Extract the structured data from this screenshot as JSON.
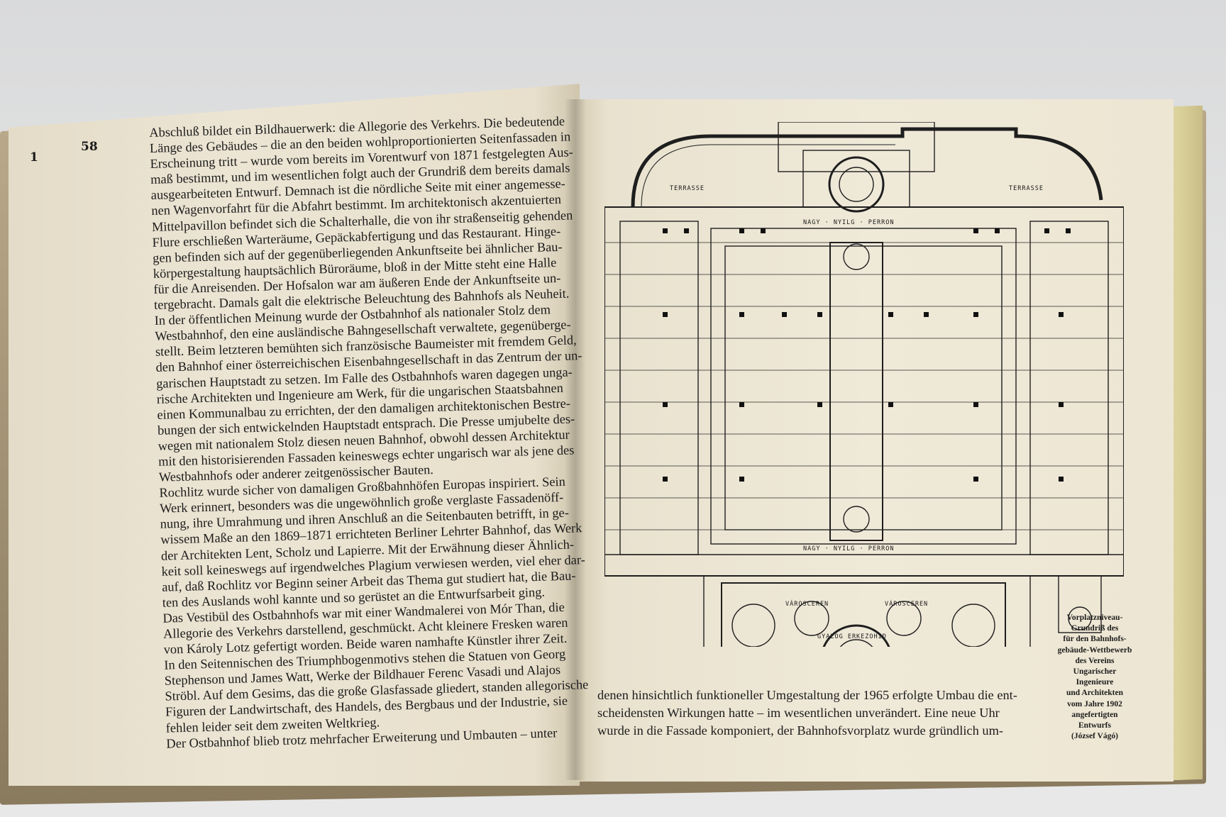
{
  "left_page": {
    "margin_number": "1",
    "page_number": "58",
    "lines": [
      "Abschluß bildet ein Bildhauerwerk: die Allegorie des Verkehrs. Die bedeutende",
      "Länge des Gebäudes – die an den beiden wohlproportionierten Seitenfassaden in",
      "Erscheinung tritt – wurde vom bereits im Vorentwurf von 1871 festgelegten Aus-",
      "maß bestimmt, und im wesentlichen folgt auch der Grundriß dem bereits damals",
      "ausgearbeiteten Entwurf. Demnach ist die nördliche Seite mit einer angemesse-",
      "nen Wagenvorfahrt für die Abfahrt bestimmt. Im architektonisch akzentuierten",
      "Mittelpavillon befindet sich die Schalterhalle, die von ihr straßenseitig gehenden",
      "Flure erschließen Warteräume, Gepäckabfertigung und das Restaurant. Hinge-",
      "gen befinden sich auf der gegenüberliegenden Ankunftseite bei ähnlicher Bau-",
      "körpergestaltung hauptsächlich Büroräume, bloß in der Mitte steht eine Halle",
      "für die Anreisenden. Der Hofsalon war am äußeren Ende der Ankunftseite un-",
      "tergebracht. Damals galt die elektrische Beleuchtung des Bahnhofs als Neuheit.",
      "In der öffentlichen Meinung wurde der Ostbahnhof als nationaler Stolz dem",
      "Westbahnhof, den eine ausländische Bahngesellschaft verwaltete, gegenüberge-",
      "stellt. Beim letzteren bemühten sich französische Baumeister mit fremdem Geld,",
      "den Bahnhof einer österreichischen Eisenbahngesellschaft in das Zentrum der un-",
      "garischen Hauptstadt zu setzen. Im Falle des Ostbahnhofs waren dagegen unga-",
      "rische Architekten und Ingenieure am Werk, für die ungarischen Staatsbahnen",
      "einen Kommunalbau zu errichten, der den damaligen architektonischen Bestre-",
      "bungen der sich entwickelnden Hauptstadt entsprach. Die Presse umjubelte des-",
      "wegen mit nationalem Stolz diesen neuen Bahnhof, obwohl dessen Architektur",
      "mit den historisierenden Fassaden keineswegs echter ungarisch war als jene des",
      "Westbahnhofs oder anderer zeitgenössischer Bauten.",
      "Rochlitz wurde sicher von damaligen Großbahnhöfen Europas inspiriert. Sein",
      "Werk erinnert, besonders was die ungewöhnlich große verglaste Fassadenöff-",
      "nung, ihre Umrahmung und ihren Anschluß an die Seitenbauten betrifft, in ge-",
      "wissem Maße an den 1869–1871 errichteten Berliner Lehrter Bahnhof, das Werk",
      "der Architekten Lent, Scholz und Lapierre. Mit der Erwähnung dieser Ähnlich-",
      "keit soll keineswegs auf irgendwelches Plagium verwiesen werden, viel eher dar-",
      "auf, daß Rochlitz vor Beginn seiner Arbeit das Thema gut studiert hat, die Bau-",
      "ten des Auslands wohl kannte und so gerüstet an die Entwurfsarbeit ging.",
      "Das Vestibül des Ostbahnhofs war mit einer Wandmalerei von Mór Than, die",
      "Allegorie des Verkehrs darstellend, geschmückt. Acht kleinere Fresken waren",
      "von Károly Lotz gefertigt worden. Beide waren namhafte Künstler ihrer Zeit.",
      "In den Seitennischen des Triumphbogenmotivs stehen die Statuen von Georg",
      "Stephenson und James Watt, Werke der Bildhauer Ferenc Vasadi und Alajos",
      "Ströbl. Auf dem Gesims, das die große Glasfassade gliedert, standen allegorische",
      "Figuren der Landwirtschaft, des Handels, des Bergbaus und der Industrie, sie",
      "fehlen leider seit dem zweiten Weltkrieg.",
      "Der Ostbahnhof blieb trotz mehrfacher Erweiterung und Umbauten – unter"
    ]
  },
  "right_page": {
    "plan_labels": {
      "terrace": "TERRASSE",
      "platform_top": "NAGY · NYILG · PERRON",
      "platform_bottom": "NAGY · NYILG · PERRON",
      "varosceren_left": "VÁROSCEREN",
      "varosceren_right": "VÁROSCEREN",
      "bottom_label": "GYALOG ERKEZOHID"
    },
    "lines": [
      "denen hinsichtlich funktioneller Umgestaltung der 1965 erfolgte Umbau die ent-",
      "scheidensten Wirkungen hatte – im wesentlichen unverändert. Eine neue Uhr",
      "wurde in die Fassade komponiert, der Bahnhofsvorplatz wurde gründlich um-"
    ],
    "caption": [
      "Vorplatzniveau-",
      "Grundriß des",
      "für den Bahnhofs-",
      "gebäude-Wettbewerb",
      "des Vereins",
      "Ungarischer",
      "Ingenieure",
      "und Architekten",
      "vom Jahre 1902",
      "angefertigten",
      "Entwurfs",
      "(József Vágó)"
    ]
  },
  "colors": {
    "paper": "#ece5d4",
    "ink": "#1c1c1c",
    "cover_edge": "#d9cf98",
    "background": "#e4e4e4"
  }
}
